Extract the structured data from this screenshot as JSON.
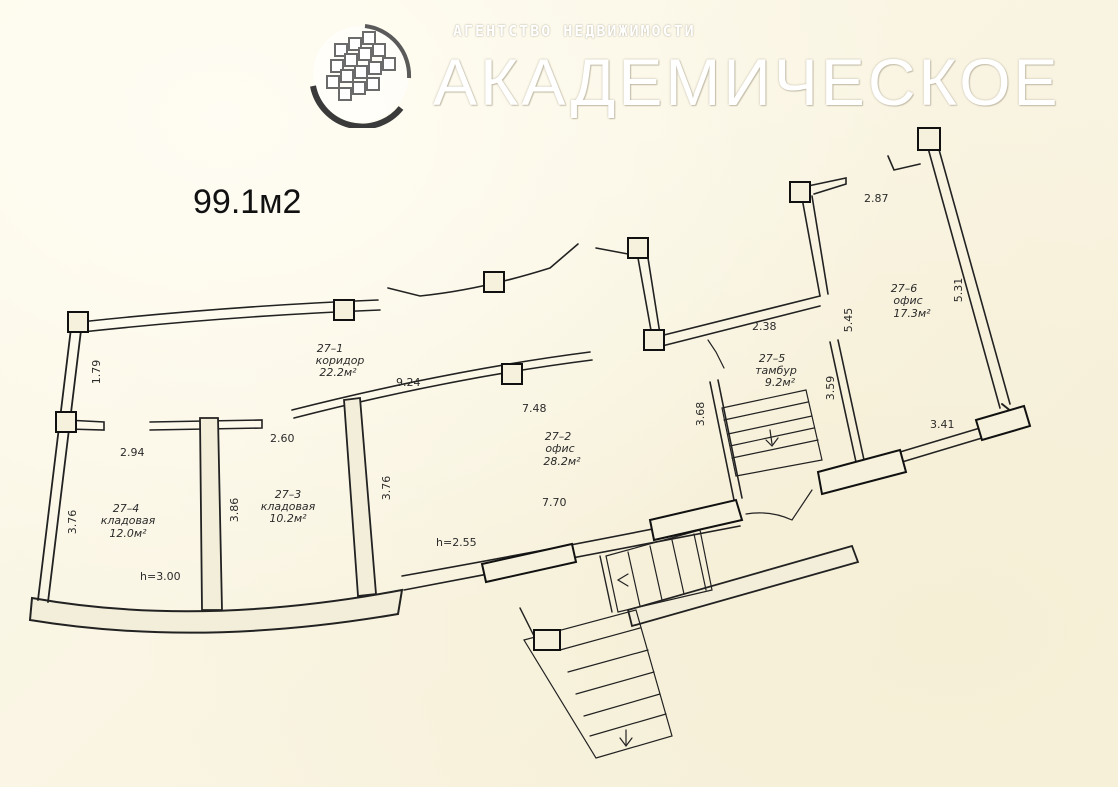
{
  "header": {
    "agency_tagline": "АГЕНТСТВО НЕДВИЖИМОСТИ",
    "agency_name": "АКАДЕМИЧЕСКОЕ",
    "logo_icon": "cube-logo-icon"
  },
  "plan": {
    "total_area": "99.1м2",
    "rooms": [
      {
        "id": "room-27-1",
        "number": "27–1",
        "name": "коридор",
        "area": "22.2м²"
      },
      {
        "id": "room-27-2",
        "number": "27–2",
        "name": "офис",
        "area": "28.2м²"
      },
      {
        "id": "room-27-3",
        "number": "27–3",
        "name": "кладовая",
        "area": "10.2м²"
      },
      {
        "id": "room-27-4",
        "number": "27–4",
        "name": "кладовая",
        "area": "12.0м²"
      },
      {
        "id": "room-27-5",
        "number": "27–5",
        "name": "тамбур",
        "area": "9.2м²"
      },
      {
        "id": "room-27-6",
        "number": "27–6",
        "name": "офис",
        "area": "17.3м²"
      }
    ],
    "dimensions": [
      "1.79",
      "9.24",
      "7.48",
      "2.94",
      "2.60",
      "3.76",
      "3.86",
      "3.76",
      "7.70",
      "3.68",
      "2.38",
      "3.59",
      "5.45",
      "2.87",
      "5.31",
      "3.41"
    ],
    "heights": [
      "h=3.00",
      "h=2.55"
    ]
  }
}
